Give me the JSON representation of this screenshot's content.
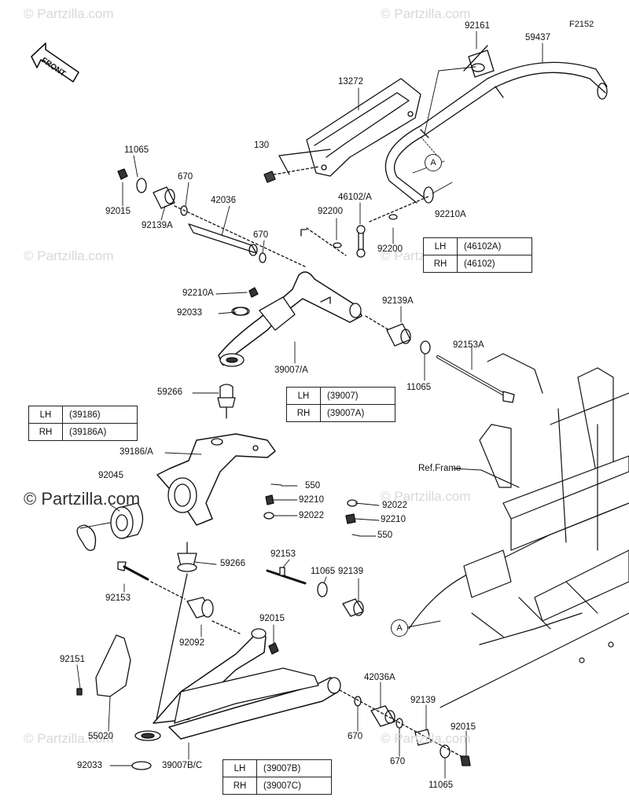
{
  "diagram_code": "F2152",
  "front_label": "FRONT",
  "watermark": "© Partzilla.com",
  "frame_label": "Ref.Frame",
  "connector_label": "A",
  "labels": {
    "p92161": "92161",
    "p59437": "59437",
    "p13272": "13272",
    "p130": "130",
    "p11065_top": "11065",
    "p92015_top": "92015",
    "p670_a": "670",
    "p92139A_top": "92139A",
    "p42036": "42036",
    "p670_b": "670",
    "p46102A": "46102/A",
    "p92200_a": "92200",
    "p92200_b": "92200",
    "p92210A_top": "92210A",
    "p92210A_mid": "92210A",
    "p92033_top": "92033",
    "p92139A_mid": "92139A",
    "p92153A": "92153A",
    "p11065_mid": "11065",
    "p39007A": "39007/A",
    "p59266_top": "59266",
    "p39186A": "39186/A",
    "p92045": "92045",
    "p550_a": "550",
    "p92210_a": "92210",
    "p92022_a": "92022",
    "p92022_b": "92022",
    "p92210_b": "92210",
    "p550_b": "550",
    "p92153": "92153",
    "p11065_low": "11065",
    "p92139_low": "92139",
    "p59266_low": "59266",
    "p92153_left": "92153",
    "p92092": "92092",
    "p92015_low": "92015",
    "p92151": "92151",
    "p55020": "55020",
    "p42036A": "42036A",
    "p670_c": "670",
    "p670_d": "670",
    "p92139_bottom": "92139",
    "p92015_bottom": "92015",
    "p11065_bottom": "11065",
    "p92033_bottom": "92033",
    "p39007BC": "39007B/C"
  },
  "tables": {
    "t46102": [
      {
        "side": "LH",
        "part": "(46102A)"
      },
      {
        "side": "RH",
        "part": "(46102)"
      }
    ],
    "t39007": [
      {
        "side": "LH",
        "part": "(39007)"
      },
      {
        "side": "RH",
        "part": "(39007A)"
      }
    ],
    "t39186": [
      {
        "side": "LH",
        "part": "(39186)"
      },
      {
        "side": "RH",
        "part": "(39186A)"
      }
    ],
    "t39007bc": [
      {
        "side": "LH",
        "part": "(39007B)"
      },
      {
        "side": "RH",
        "part": "(39007C)"
      }
    ]
  }
}
